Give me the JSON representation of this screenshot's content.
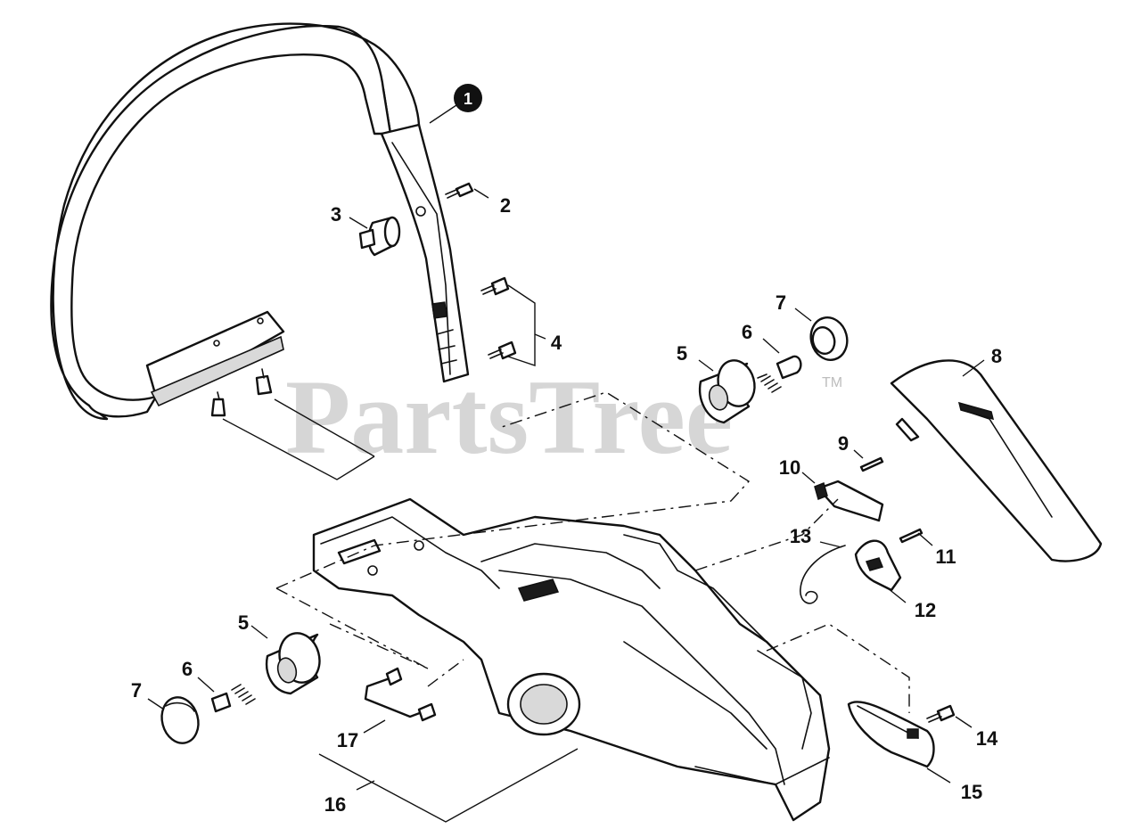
{
  "watermark": {
    "text": "PartsTree",
    "trademark": "TM"
  },
  "callouts": {
    "c1": "1",
    "c2": "2",
    "c3": "3",
    "c4": "4",
    "c5a": "5",
    "c5b": "5",
    "c6a": "6",
    "c6b": "6",
    "c7a": "7",
    "c7b": "7",
    "c8": "8",
    "c9": "9",
    "c10": "10",
    "c11": "11",
    "c12": "12",
    "c13": "13",
    "c14": "14",
    "c15": "15",
    "c16": "16",
    "c17": "17"
  },
  "colors": {
    "line": "#111111",
    "watermark": "#cfcfcf",
    "background": "#ffffff"
  }
}
